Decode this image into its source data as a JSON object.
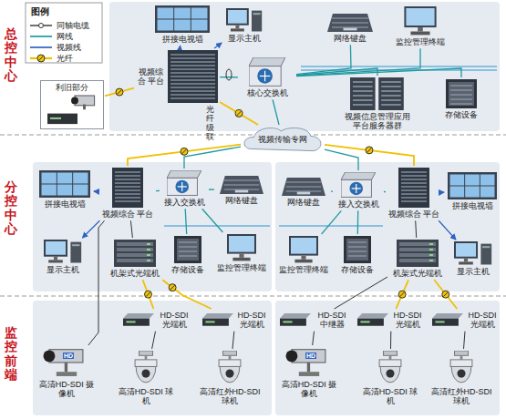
{
  "diagram": {
    "nodes": [
      {
        "text": [
          "总控中心"
        ]
      },
      {
        "text": [
          "拼接电视墙"
        ],
        "in": 0
      },
      {
        "text": [
          "显示主机"
        ],
        "in": 0
      },
      {
        "text": [
          "网络键盘"
        ],
        "in": 0
      },
      {
        "text": [
          "监控管理终端"
        ],
        "in": 0
      },
      {
        "text": [
          "视频综合 平台"
        ],
        "in": 0
      },
      {
        "text": [
          "核心交换机"
        ],
        "in": 0
      },
      {
        "text": [
          "视频信息管理应用 平台服务器群"
        ],
        "in": 0
      },
      {
        "text": [
          "存储设备"
        ],
        "in": 0
      },
      {
        "text": [
          "利旧部分"
        ],
        "in": 0
      },
      {
        "text": [
          "视频传输专网"
        ]
      },
      {
        "text": [
          "分控中心"
        ]
      },
      {
        "text": [
          "拼接电视墙"
        ],
        "in": 11
      },
      {
        "text": [
          "视频综合 平台"
        ],
        "in": 11
      },
      {
        "text": [
          "接入交换机"
        ],
        "in": 11
      },
      {
        "text": [
          "网络键盘"
        ],
        "in": 11
      },
      {
        "text": [
          "显示主机"
        ],
        "in": 11
      },
      {
        "text": [
          "机架式光端机"
        ],
        "in": 11
      },
      {
        "text": [
          "存储设备"
        ],
        "in": 11
      },
      {
        "text": [
          "监控管理终端"
        ],
        "in": 11
      },
      {
        "text": [
          "网络键盘"
        ],
        "in": 11
      },
      {
        "text": [
          "接入交换机"
        ],
        "in": 11
      },
      {
        "text": [
          "视频综合 平台"
        ],
        "in": 11
      },
      {
        "text": [
          "拼接电视墙"
        ],
        "in": 11
      },
      {
        "text": [
          "监控管理终端"
        ],
        "in": 11
      },
      {
        "text": [
          "存储设备"
        ],
        "in": 11
      },
      {
        "text": [
          "显示主机"
        ],
        "in": 11
      },
      {
        "text": [
          "机架式光端机"
        ],
        "in": 11
      },
      {
        "text": [
          "监控前端"
        ]
      },
      {
        "text": [
          "HD-SDI 光端机"
        ],
        "in": 28
      },
      {
        "text": [
          "HD-SDI 光端机"
        ],
        "in": 28
      },
      {
        "text": [
          "高清HD-SDI 摄像机"
        ],
        "in": 28
      },
      {
        "text": [
          "高清HD-SDI 球机"
        ],
        "in": 28
      },
      {
        "text": [
          "高清红外HD-SDI 球机"
        ],
        "in": 28
      },
      {
        "text": [
          "HD-SDI 中继器"
        ],
        "in": 28
      },
      {
        "text": [
          "HD-SDI 光端机"
        ],
        "in": 28
      },
      {
        "text": [
          "HD-SDI 光端机"
        ],
        "in": 28
      },
      {
        "text": [
          "高清HD-SDI 摄像机"
        ],
        "in": 28
      },
      {
        "text": [
          "高清HD-SDI 球机"
        ],
        "in": 28
      },
      {
        "text": [
          "高清红外HD-SDI 球机"
        ],
        "in": 28
      }
    ],
    "edges": [
      {
        "from": 5,
        "to": 1,
        "arrow": "to"
      },
      {
        "from": 5,
        "to": 2,
        "arrow": "to"
      },
      {
        "from": 5,
        "to": 6,
        "arrow": "none"
      },
      {
        "from": 6,
        "to": 3,
        "arrow": "none"
      },
      {
        "from": 6,
        "to": 4,
        "arrow": "none"
      },
      {
        "from": 6,
        "to": 7,
        "arrow": "none"
      },
      {
        "from": 6,
        "to": 8,
        "arrow": "none"
      },
      {
        "from": 9,
        "to": 5,
        "arrow": "none"
      },
      {
        "from": 5,
        "to": 10,
        "arrow": "none"
      },
      {
        "from": 6,
        "to": 10,
        "arrow": "none"
      },
      {
        "from": 10,
        "to": 13,
        "arrow": "none"
      },
      {
        "from": 10,
        "to": 14,
        "arrow": "none"
      },
      {
        "from": 10,
        "to": 22,
        "arrow": "none"
      },
      {
        "from": 10,
        "to": 21,
        "arrow": "none"
      },
      {
        "from": 13,
        "to": 12,
        "arrow": "to"
      },
      {
        "from": 13,
        "to": 14,
        "arrow": "none"
      },
      {
        "from": 14,
        "to": 15,
        "arrow": "none"
      },
      {
        "from": 14,
        "to": 18,
        "arrow": "none"
      },
      {
        "from": 14,
        "to": 19,
        "arrow": "none"
      },
      {
        "from": 13,
        "to": 16,
        "arrow": "to"
      },
      {
        "from": 17,
        "to": 13,
        "arrow": "none"
      },
      {
        "from": 22,
        "to": 21,
        "arrow": "none"
      },
      {
        "from": 21,
        "to": 20,
        "arrow": "none"
      },
      {
        "from": 21,
        "to": 25,
        "arrow": "none"
      },
      {
        "from": 21,
        "to": 24,
        "arrow": "none"
      },
      {
        "from": 22,
        "to": 23,
        "arrow": "to"
      },
      {
        "from": 22,
        "to": 26,
        "arrow": "to"
      },
      {
        "from": 27,
        "to": 22,
        "arrow": "none"
      },
      {
        "from": 17,
        "to": 29,
        "arrow": "none"
      },
      {
        "from": 17,
        "to": 30,
        "arrow": "none"
      },
      {
        "from": 29,
        "to": 32,
        "arrow": "none"
      },
      {
        "from": 30,
        "to": 33,
        "arrow": "none"
      },
      {
        "from": 31,
        "to": 13,
        "arrow": "none"
      },
      {
        "from": 37,
        "to": 34,
        "arrow": "none"
      },
      {
        "from": 34,
        "to": 27,
        "arrow": "none"
      },
      {
        "from": 27,
        "to": 35,
        "arrow": "none"
      },
      {
        "from": 27,
        "to": 36,
        "arrow": "none"
      },
      {
        "from": 35,
        "to": 38,
        "arrow": "none"
      },
      {
        "from": 36,
        "to": 39,
        "arrow": "none"
      }
    ],
    "labels": [
      "图例",
      "光纤级联",
      "HD",
      "HD"
    ],
    "legend": [
      {
        "text": "同轴电缆"
      },
      {
        "text": "网线"
      },
      {
        "text": "视频线"
      },
      {
        "text": "光纤"
      }
    ]
  }
}
